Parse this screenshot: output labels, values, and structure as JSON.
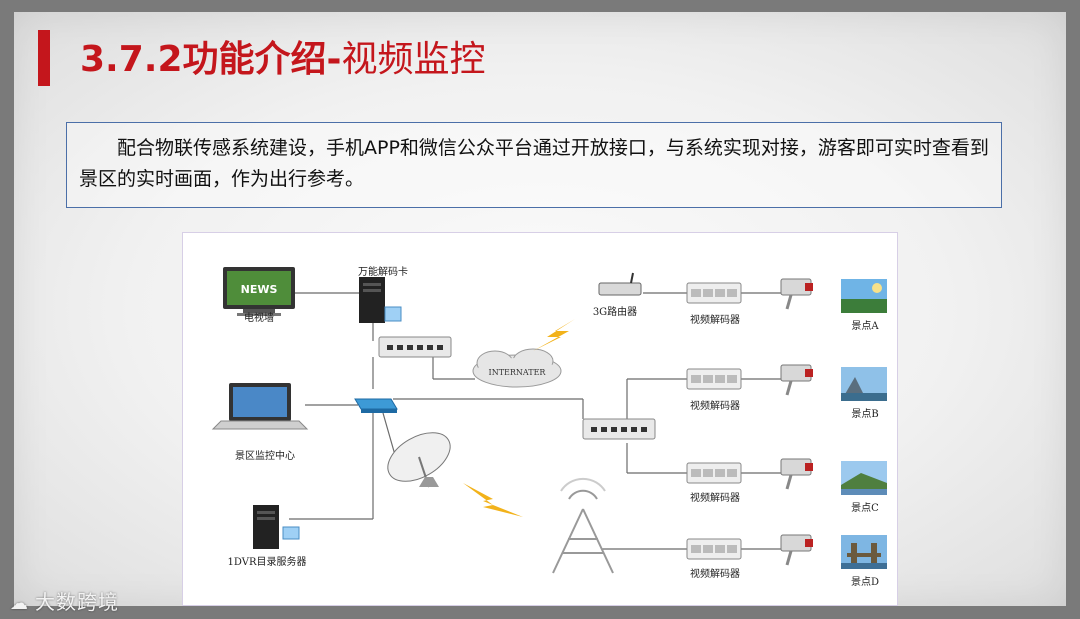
{
  "title": {
    "main": "3.7.2功能介绍-",
    "sub": "视频监控"
  },
  "intro": {
    "text": "　　配合物联传感系统建设，手机APP和微信公众平台通过开放接口，与系统实现对接，游客即可实时查看到景区的实时画面，作为出行参考。"
  },
  "diagram": {
    "labels": {
      "tv_wall": "电视墙",
      "decoder_card": "万能解码卡",
      "monitor_center": "景区监控中心",
      "dvr_server": "1DVR目录服务器",
      "router": "3G路由器",
      "internet": "INTERNATER",
      "tv_screen": "NEWS",
      "decoders": [
        "视频解码器",
        "视频解码器",
        "视频解码器",
        "视频解码器"
      ],
      "spots": [
        "景点A",
        "景点B",
        "景点C",
        "景点D"
      ]
    }
  },
  "watermark": {
    "icon": "cloud-logo-icon",
    "text": "大数跨境"
  },
  "colors": {
    "accent": "#c4161c",
    "border": "#4b6fa8",
    "lightning": "#f2b21a"
  }
}
